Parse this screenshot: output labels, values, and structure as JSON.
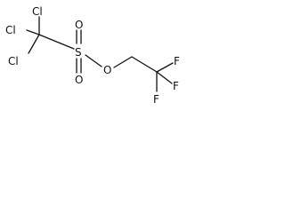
{
  "molecule": {
    "atoms": {
      "cl1": "Cl",
      "cl2": "Cl",
      "cl3": "Cl",
      "s": "S",
      "o1": "O",
      "o2": "O",
      "o_ester": "O",
      "f1": "F",
      "f2": "F",
      "f3": "F"
    },
    "colors": {
      "bond": "#111111",
      "label": "#111111",
      "background": "#ffffff"
    }
  }
}
